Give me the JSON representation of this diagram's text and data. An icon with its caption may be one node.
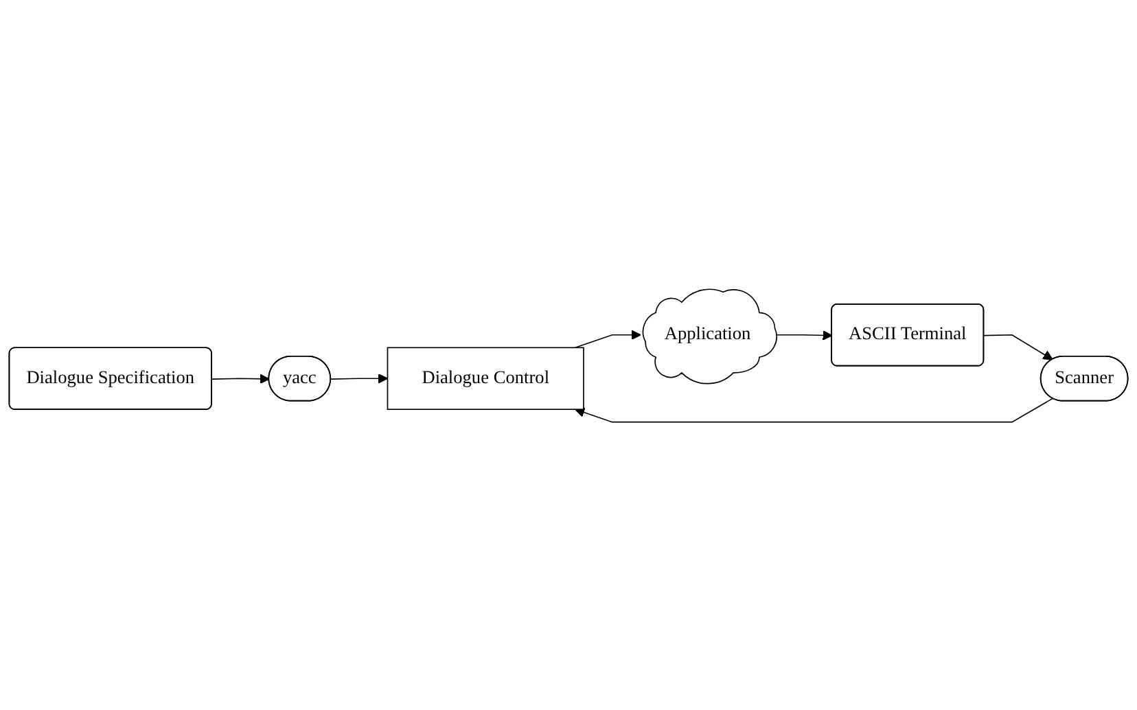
{
  "diagram": {
    "nodes": [
      {
        "text": [
          "Dialogue Specification"
        ]
      },
      {
        "text": [
          "yacc"
        ]
      },
      {
        "text": [
          "ASCII Terminal"
        ]
      },
      {
        "text": [
          "Scanner"
        ]
      },
      {
        "text": [
          "Dialogue Control"
        ]
      },
      {
        "text": [
          "Application"
        ]
      }
    ],
    "edges": [
      {
        "from": 0,
        "to": 1,
        "arrow": "to"
      },
      {
        "from": 1,
        "to": 4,
        "arrow": "to"
      },
      {
        "from": 2,
        "to": 3,
        "arrow": "to"
      },
      {
        "from": 3,
        "to": 4,
        "arrow": "to"
      },
      {
        "from": 4,
        "to": 5,
        "arrow": "to"
      },
      {
        "from": 5,
        "to": 2,
        "arrow": "to"
      }
    ]
  }
}
